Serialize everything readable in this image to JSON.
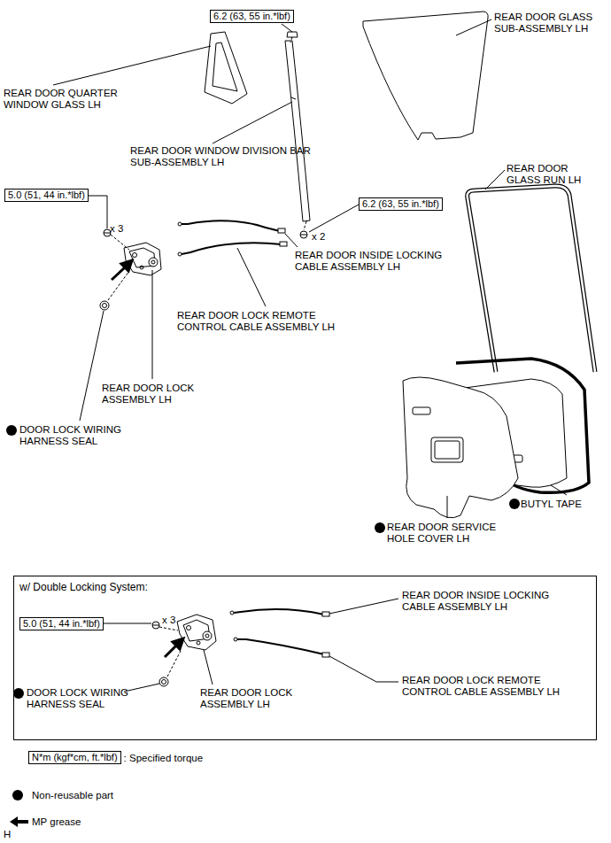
{
  "diagram": {
    "nodes": [
      {
        "text": [
          "6.2 (63, 55 in.*lbf)"
        ]
      },
      {
        "text": [
          "5.0 (51, 44 in.*lbf)"
        ]
      },
      {
        "text": [
          "6.2 (63, 55 in.*lbf)"
        ]
      },
      {
        "text": [
          "w/ Double Locking System:"
        ]
      },
      {
        "text": [
          "5.0 (51, 44 in.*lbf)"
        ],
        "in": 3
      },
      {
        "text": [
          "N*m (kgf*cm, ft.*lbf)"
        ]
      }
    ],
    "edges": [],
    "labels": [
      "REAR DOOR GLASS SUB-ASSEMBLY LH",
      "REAR DOOR QUARTER WINDOW GLASS LH",
      "REAR DOOR WINDOW DIVISION BAR SUB-ASSEMBLY LH",
      "REAR DOOR GLASS RUN LH",
      "x 3",
      "x 2",
      "REAR DOOR INSIDE LOCKING CABLE ASSEMBLY LH",
      "REAR DOOR LOCK REMOTE CONTROL CABLE ASSEMBLY LH",
      "REAR DOOR LOCK ASSEMBLY LH",
      "DOOR LOCK WIRING HARNESS SEAL",
      "BUTYL TAPE",
      "REAR DOOR SERVICE HOLE COVER LH",
      "x 3",
      "REAR DOOR INSIDE LOCKING CABLE ASSEMBLY LH",
      "DOOR LOCK WIRING HARNESS SEAL",
      "REAR DOOR LOCK ASSEMBLY LH",
      "REAR DOOR LOCK REMOTE CONTROL CABLE ASSEMBLY LH",
      "H"
    ],
    "legend": [
      {
        "text": ": Specified torque"
      },
      {
        "text": "Non-reusable part"
      },
      {
        "text": "MP grease"
      }
    ]
  }
}
